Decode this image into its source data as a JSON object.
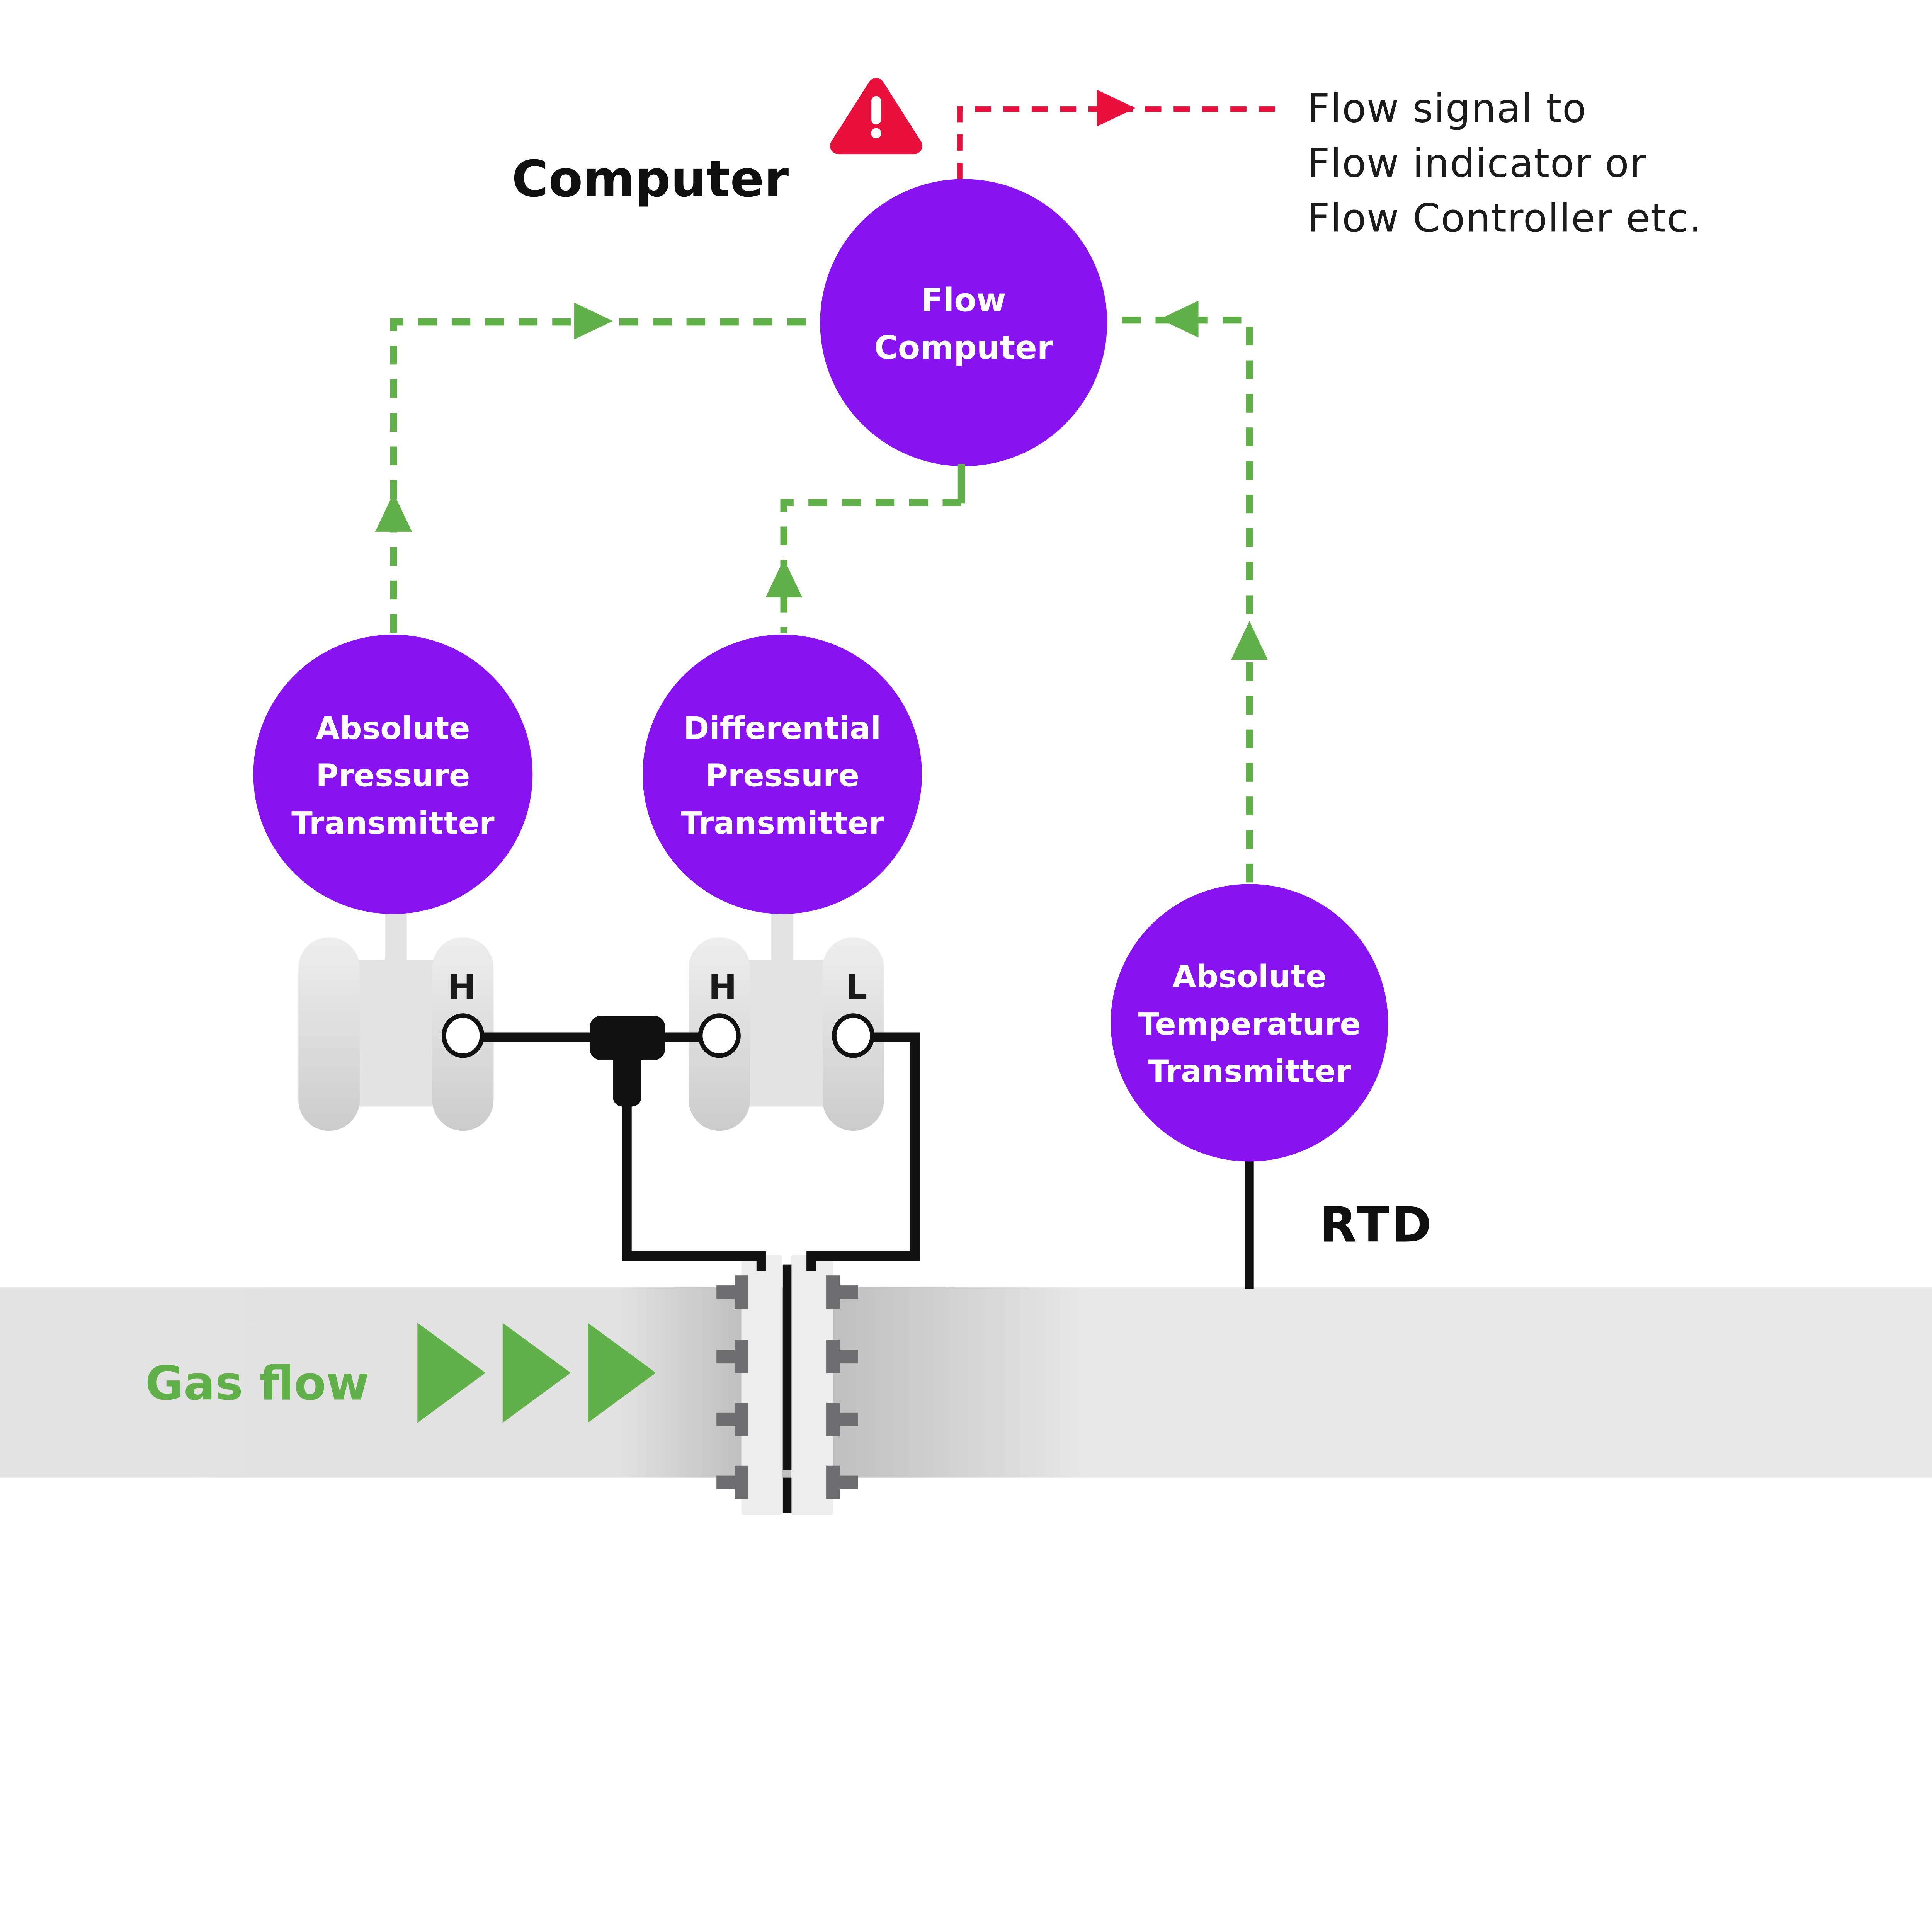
{
  "labels": {
    "computer": "Computer",
    "rtd": "RTD",
    "gas_flow": "Gas flow",
    "note_line1": "Flow signal to",
    "note_line2": "Flow indicator or",
    "note_line3": "Flow Controller etc."
  },
  "nodes": {
    "flow_computer": {
      "line1": "Flow",
      "line2": "Computer"
    },
    "absolute_pressure_transmitter": {
      "line1": "Absolute",
      "line2": "Pressure",
      "line3": "Transmitter"
    },
    "differential_pressure_transmitter": {
      "line1": "Differential",
      "line2": "Pressure",
      "line3": "Transmitter"
    },
    "absolute_temperature_transmitter": {
      "line1": "Absolute",
      "line2": "Temperature",
      "line3": "Transmitter"
    }
  },
  "ports": {
    "ap_high_label": "H",
    "dp_high_label": "H",
    "dp_low_label": "L"
  },
  "colors": {
    "purple": "#8812f0",
    "green": "#62b04a",
    "red": "#e8103c",
    "pipe_gray": "#e3e3e3",
    "pipe_shadow_gray": "#c0c0c0",
    "flange_gray": "#ededed",
    "bolt_gray": "#6e6e71",
    "manifold_gray": "#e3e3e3",
    "line_black": "#111111"
  }
}
